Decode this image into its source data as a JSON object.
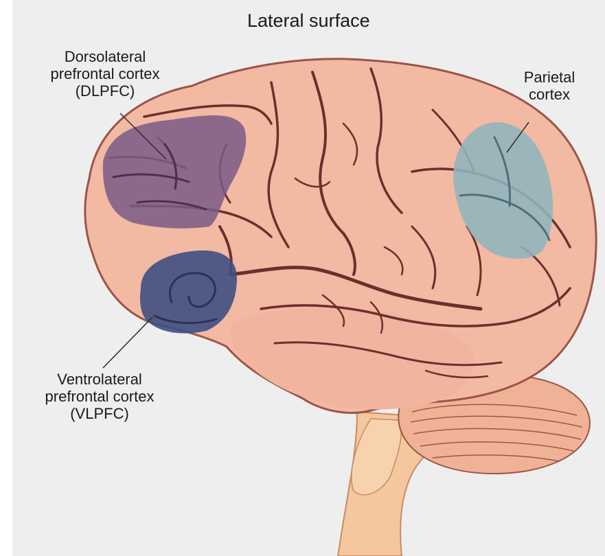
{
  "title": "Lateral surface",
  "labels": {
    "dlpfc": [
      "Dorsolateral",
      "prefrontal cortex",
      "(DLPFC)"
    ],
    "parietal": [
      "Parietal",
      "cortex"
    ],
    "vlpfc": [
      "Ventrolateral",
      "prefrontal cortex",
      "(VLPFC)"
    ]
  },
  "colors": {
    "background": "#eeeeee",
    "cortex": "#f2b9a3",
    "sulcus": "#6e2e2c",
    "dlpfc_region": "#7a5a86",
    "vlpfc_region": "#3f4f82",
    "parietal_region": "#8fb4bd",
    "cerebellum": "#f0b296",
    "brainstem": "#f4c79e"
  }
}
